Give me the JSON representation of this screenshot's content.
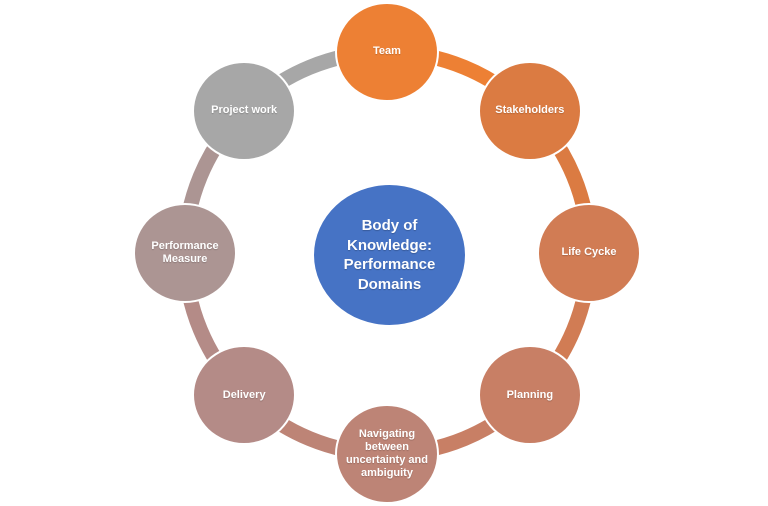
{
  "diagram": {
    "title": "Body of Knowledge: Performance Domains",
    "background_color": "#ffffff",
    "ring_stroke_width": 15,
    "center": {
      "label": "Body of Knowledge: Performance Domains",
      "color": "#4673c5",
      "text_color": "#ffffff"
    },
    "nodes": [
      {
        "label": "Team",
        "color": "#ed8034"
      },
      {
        "label": "Stakeholders",
        "color": "#db7b42"
      },
      {
        "label": "Life Cycke",
        "color": "#d17c54"
      },
      {
        "label": "Planning",
        "color": "#c87f65"
      },
      {
        "label": "Navigating between uncertainty and ambiguity",
        "color": "#bd8476"
      },
      {
        "label": "Delivery",
        "color": "#b48b87"
      },
      {
        "label": "Performance Measure",
        "color": "#ac9593"
      },
      {
        "label": "Project work",
        "color": "#a7a7a7"
      }
    ]
  }
}
